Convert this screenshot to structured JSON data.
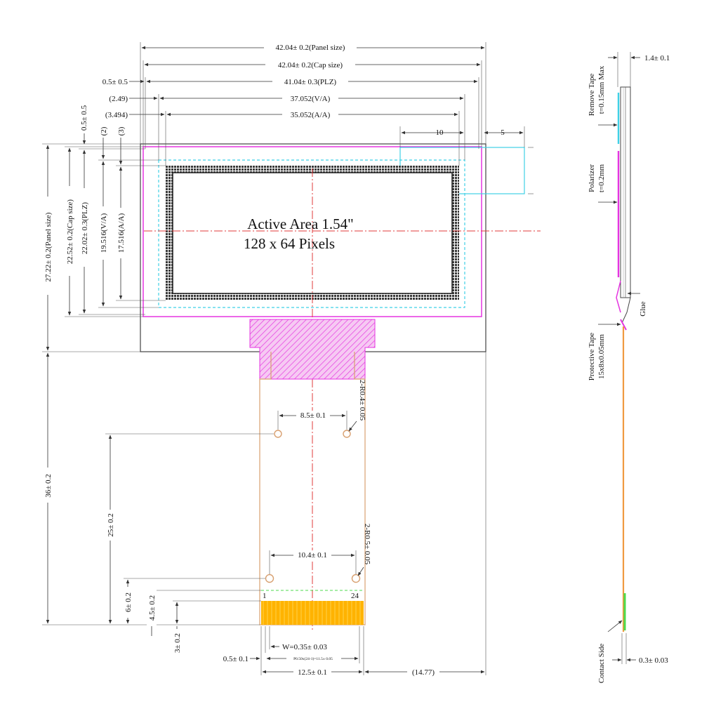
{
  "front_view": {
    "dim_panel_size_w": "42.04± 0.2(Panel size)",
    "dim_cap_size_w": "42.04± 0.2(Cap size)",
    "dim_plz_w": "41.04± 0.3(PLZ)",
    "dim_va_w": "37.052(V/A)",
    "dim_aa_w": "35.052(A/A)",
    "dim_left_offset_1": "0.5± 0.5",
    "dim_left_offset_2": "(2.49)",
    "dim_left_offset_3": "(3.494)",
    "dim_top_offset_1": "0.5± 0.5",
    "dim_top_offset_2": "(2)",
    "dim_top_offset_3": "(3)",
    "dim_corner_10": "10",
    "dim_corner_5": "5",
    "dim_panel_size_h": "27.22± 0.2(Panel size)",
    "dim_cap_size_h": "22.52± 0.2(Cap size)",
    "dim_plz_h": "22.02± 0.3(PLZ)",
    "dim_va_h": "19.516(V/A)",
    "dim_aa_h": "17.516(A/A)",
    "active_area_title": "Active Area 1.54\"",
    "active_area_resolution": "128 x 64 Pixels",
    "dim_hole_spacing_top": "8.5± 0.1",
    "dim_hole_radius_top": "2-R0.4± 0.05",
    "dim_hole_spacing_bottom": "10.4± 0.1",
    "dim_hole_radius_bottom": "2-R0.5± 0.05",
    "dim_total_height": "36± 0.2",
    "dim_fpc_hole_height": "25± 0.2",
    "dim_6": "6± 0.2",
    "dim_4_5": "4.5± 0.2",
    "dim_3": "3± 0.2",
    "pin_first": "1",
    "pin_last": "24",
    "dim_pin_width": "W=0.35± 0.03",
    "dim_pin_offset": "0.5± 0.1",
    "dim_pin_pitch": "P0.50x(24-1)=11.5± 0.05",
    "dim_fpc_width": "12.5± 0.1",
    "dim_fpc_right": "(14.77)"
  },
  "side_view": {
    "dim_thickness": "1.4± 0.1",
    "remove_tape_label": "Remove Tape",
    "remove_tape_thickness": "t=0.15mm Max",
    "polarizer_label": "Polarizer",
    "polarizer_thickness": "t=0.2mm",
    "glue_label": "Glue",
    "protective_tape_label": "Protective Tape",
    "protective_tape_size": "15x8x0.05mm",
    "contact_side_label": "Contact Side",
    "dim_fpc_thickness": "0.3± 0.03"
  },
  "colors": {
    "outline": "#444444",
    "magenta": "#e535e0",
    "cyan": "#3fd0e6",
    "centerline": "#e23b3b",
    "fpc": "#d8a070",
    "contact_pad": "#ffb300",
    "side_fpc": "#f09a40",
    "contact_green": "#4ddb4d"
  }
}
